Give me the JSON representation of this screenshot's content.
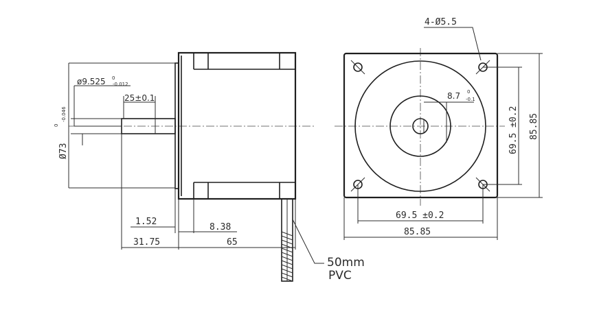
{
  "side_view": {
    "shaft_diameter": "ø9.525",
    "shaft_tol_upper": "0",
    "shaft_tol_lower": "-0.012",
    "shaft_length": "25±0.1",
    "boss_diameter": "Ø73",
    "boss_tol_upper": "0",
    "boss_tol_lower": "-0.046",
    "dim_boss_height": "1.52",
    "dim_flange": "8.38",
    "dim_shaft_total": "31.75",
    "dim_body_length": "65",
    "cable_length": "50mm",
    "cable_type": "PVC"
  },
  "front_view": {
    "mount_holes": "4-Ø5.5",
    "hole_spacing_horizontal": "69.5 ±0.2",
    "hole_spacing_vertical": "69.5 ±0.2",
    "width": "85.85",
    "height": "85.85",
    "flat_depth": "8.7",
    "flat_tol_upper": "0",
    "flat_tol_lower": "-0.1"
  }
}
